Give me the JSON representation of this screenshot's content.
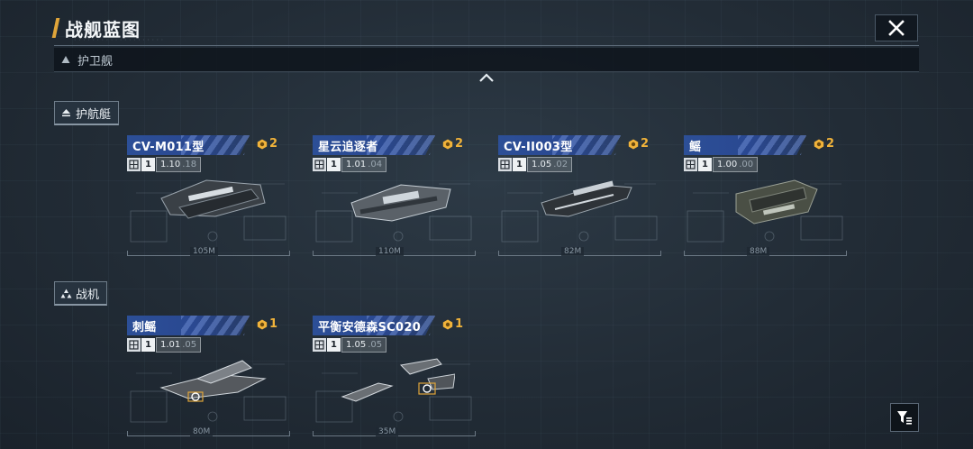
{
  "header": {
    "title": "战舰蓝图"
  },
  "section": {
    "label": "护卫舰"
  },
  "groups": [
    {
      "label": "护航艇",
      "icon": "escort-icon",
      "cards": [
        {
          "name": "CV-M011型",
          "count": "2",
          "stat_level": "1",
          "stat_main": "1.10",
          "stat_dec": ".18",
          "length": "105M"
        },
        {
          "name": "星云追逐者",
          "count": "2",
          "stat_level": "1",
          "stat_main": "1.01",
          "stat_dec": ".04",
          "length": "110M"
        },
        {
          "name": "CV-II003型",
          "count": "2",
          "stat_level": "1",
          "stat_main": "1.05",
          "stat_dec": ".02",
          "length": "82M"
        },
        {
          "name": "鳐",
          "count": "2",
          "stat_level": "1",
          "stat_main": "1.00",
          "stat_dec": ".00",
          "length": "88M"
        }
      ]
    },
    {
      "label": "战机",
      "icon": "fighter-icon",
      "cards": [
        {
          "name": "刺鳐",
          "count": "1",
          "stat_level": "1",
          "stat_main": "1.01",
          "stat_dec": ".05",
          "length": "80M"
        },
        {
          "name": "平衡安德森SC020",
          "count": "1",
          "stat_level": "1",
          "stat_main": "1.05",
          "stat_dec": ".05",
          "length": "35M"
        }
      ]
    }
  ],
  "colors": {
    "accent": "#e0a53a",
    "card_header": "#2c4f97",
    "badge": "#f1b33a"
  }
}
